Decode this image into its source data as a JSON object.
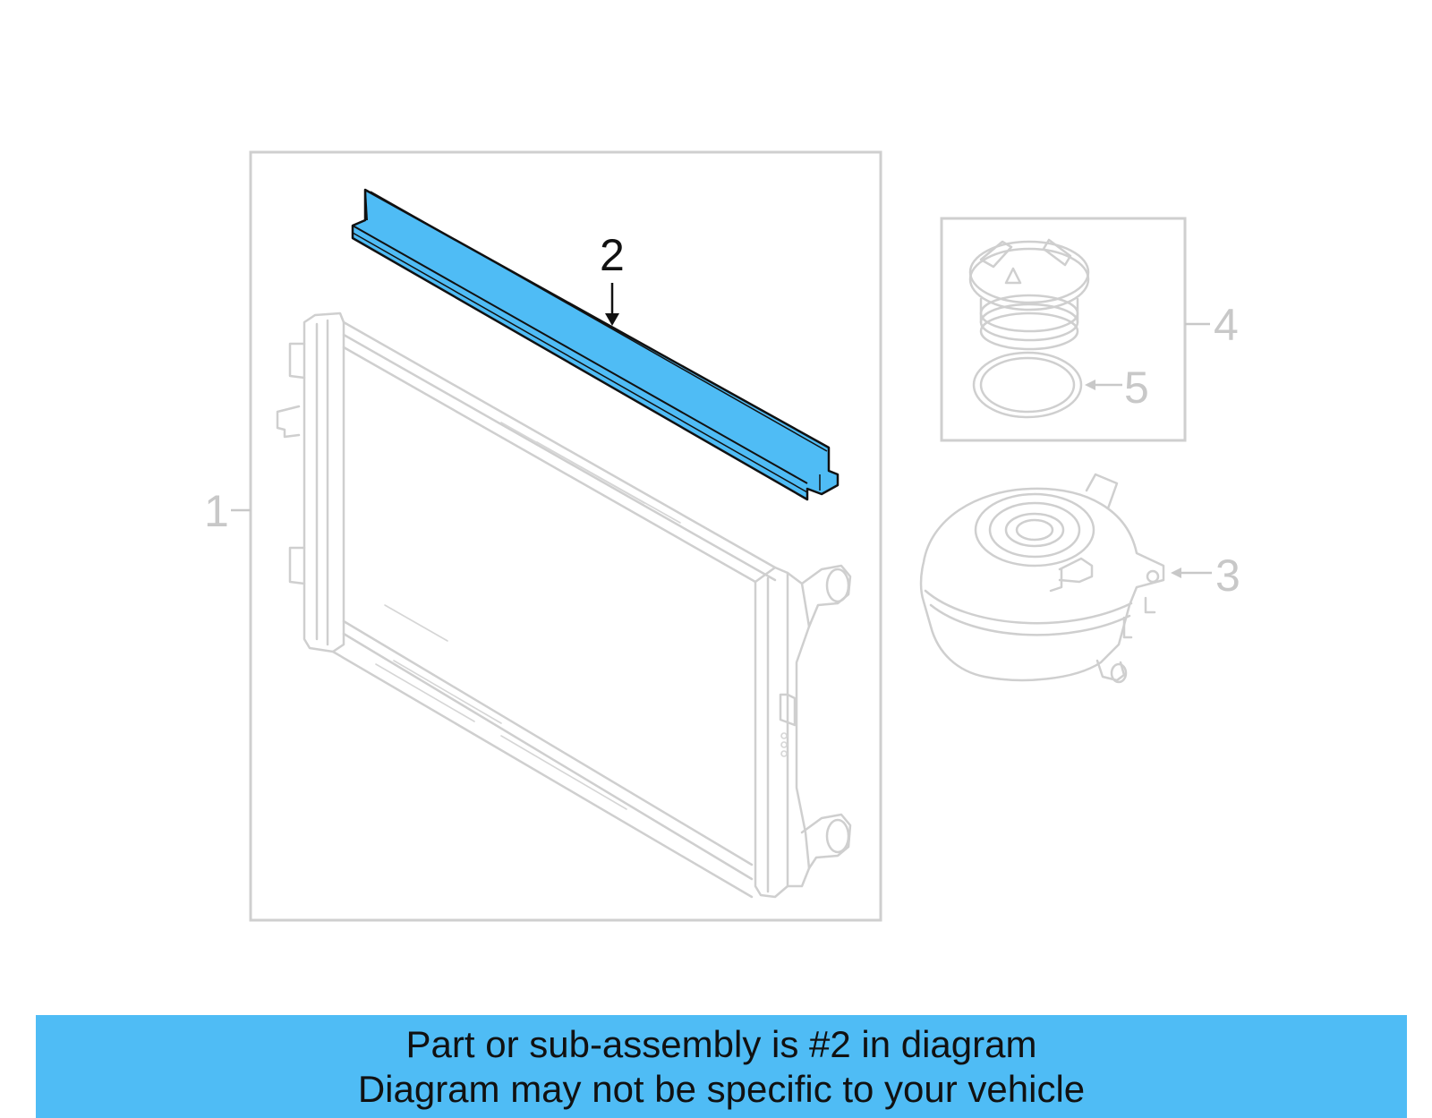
{
  "diagram": {
    "callouts": {
      "c1": "1",
      "c2": "2",
      "c3": "3",
      "c4": "4",
      "c5": "5"
    },
    "highlight_color": "#4fbcf5",
    "ghost_color": "#cfcfcf"
  },
  "footer": {
    "line1": "Part or sub-assembly is #2 in diagram",
    "line2": "Diagram may not be specific to your vehicle",
    "background": "#4fbcf5"
  }
}
